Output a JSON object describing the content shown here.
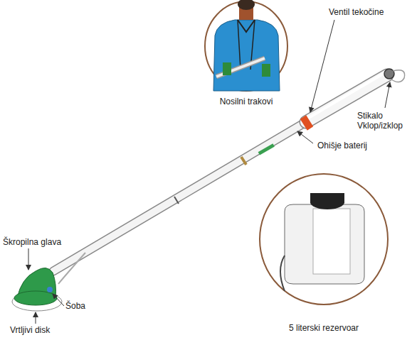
{
  "diagram": {
    "labels": [
      "Nosilni trakovi",
      "Ventil tekočine",
      "Stikalo Vklop/izklop",
      "Ohišje baterij",
      "Škropilna glava",
      "Šoba",
      "Vrtljivi disk",
      "5 literski rezervoar"
    ]
  }
}
